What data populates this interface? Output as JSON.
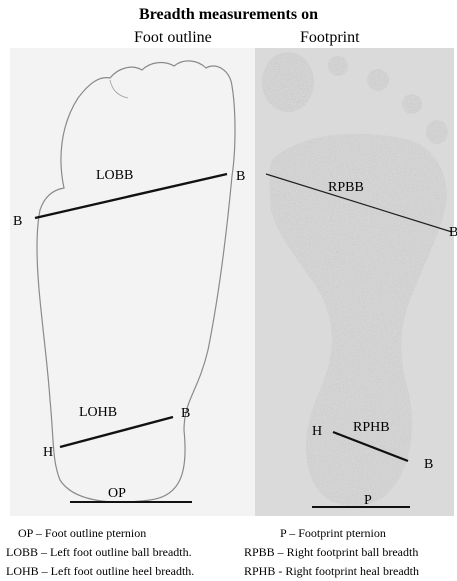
{
  "title": "Breadth measurements on",
  "panels": {
    "outline_label": "Foot outline",
    "print_label": "Footprint"
  },
  "outline": {
    "line_label_ball": "LOBB",
    "line_label_heel": "LOHB",
    "ball_left_end": "B",
    "ball_right_end": "B",
    "heel_left_end": "H",
    "heel_right_end": "B",
    "pternion": "OP"
  },
  "footprint": {
    "line_label_ball": "RPBB",
    "line_label_heel": "RPHB",
    "ball_right_end": "B",
    "heel_left_end": "H",
    "heel_right_end": "B",
    "pternion": "P"
  },
  "legend": {
    "left": [
      "OP – Foot outline pternion",
      "LOBB – Left foot outline ball breadth.",
      "LOHB – Left foot outline heel breadth."
    ],
    "right": [
      "P – Footprint pternion",
      "RPBB – Right footprint ball breadth",
      "RPHB - Right footprint heal breadth"
    ]
  },
  "colors": {
    "outline_bg": "#f2f2f2",
    "print_bg": "#d8d8d8",
    "ink": "#6e6e6e",
    "line": "#111111"
  }
}
